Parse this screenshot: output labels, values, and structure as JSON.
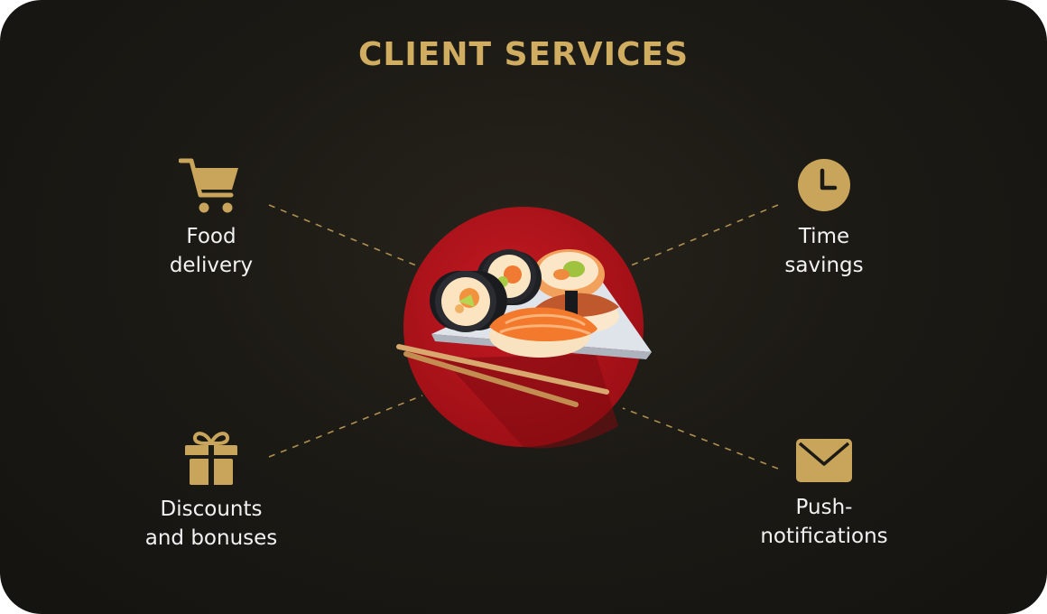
{
  "header": {
    "title": "CLIENT SERVICES"
  },
  "services": [
    {
      "id": "food-delivery",
      "icon": "shopping-cart-icon",
      "line1": "Food",
      "line2": "delivery"
    },
    {
      "id": "time-savings",
      "icon": "clock-icon",
      "line1": "Time",
      "line2": "savings"
    },
    {
      "id": "discounts",
      "icon": "gift-icon",
      "line1": "Discounts",
      "line2": "and bonuses"
    },
    {
      "id": "push-notifications",
      "icon": "envelope-icon",
      "line1": "Push-",
      "line2": "notifications"
    }
  ],
  "center": {
    "icon": "sushi-plate-icon"
  },
  "colors": {
    "accent_gold": "#d1ad62",
    "background": "#1c1a15",
    "label_text": "#f2f2f2",
    "circle_red": "#b8141c"
  }
}
